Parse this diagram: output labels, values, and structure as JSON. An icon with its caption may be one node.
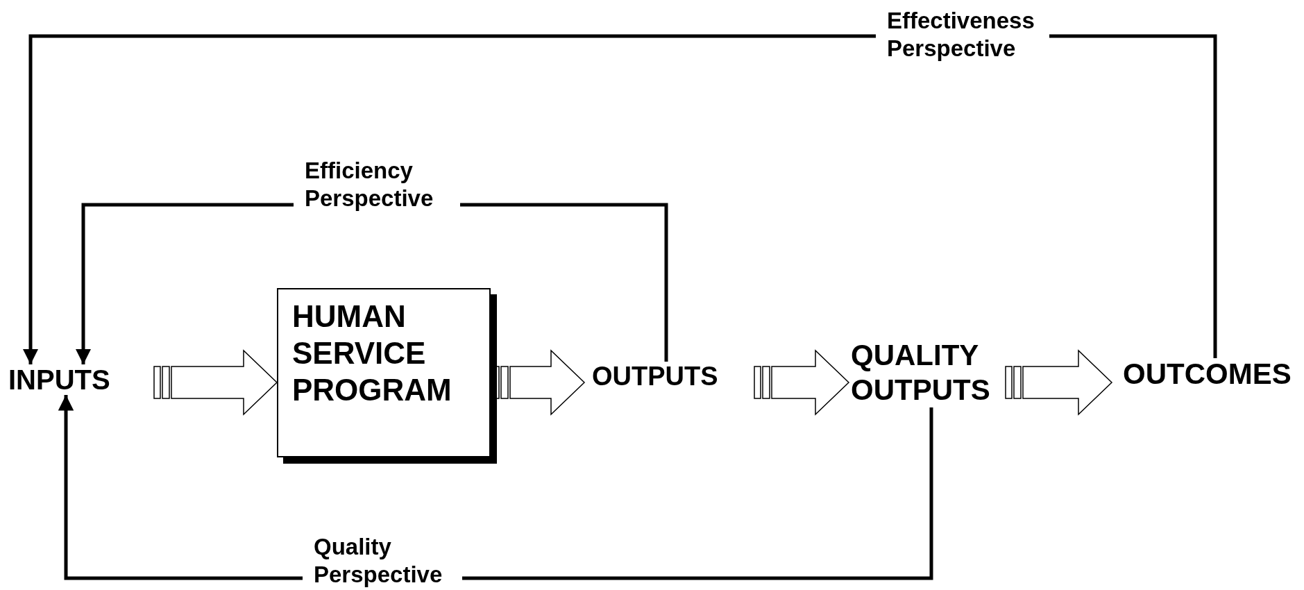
{
  "diagram": {
    "nodes": [
      {
        "text": [
          "INPUTS"
        ]
      },
      {
        "text": [
          "HUMAN SERVICE PROGRAM"
        ]
      },
      {
        "text": [
          "OUTPUTS"
        ]
      },
      {
        "text": [
          "QUALITY OUTPUTS"
        ]
      },
      {
        "text": [
          "OUTCOMES"
        ]
      }
    ],
    "edges": [
      {
        "from": 0,
        "to": 1,
        "arrow": "to",
        "style": "thick"
      },
      {
        "from": 1,
        "to": 2,
        "arrow": "to",
        "style": "thick"
      },
      {
        "from": 2,
        "to": 3,
        "arrow": "to",
        "style": "thick"
      },
      {
        "from": 3,
        "to": 4,
        "arrow": "to",
        "style": "thick"
      },
      {
        "from": 4,
        "to": 0,
        "arrow": "to",
        "label": "Effectiveness Perspective"
      },
      {
        "from": 2,
        "to": 0,
        "arrow": "to",
        "label": "Efficiency Perspective"
      },
      {
        "from": 3,
        "to": 0,
        "arrow": "to",
        "label": "Quality Perspective"
      }
    ]
  }
}
